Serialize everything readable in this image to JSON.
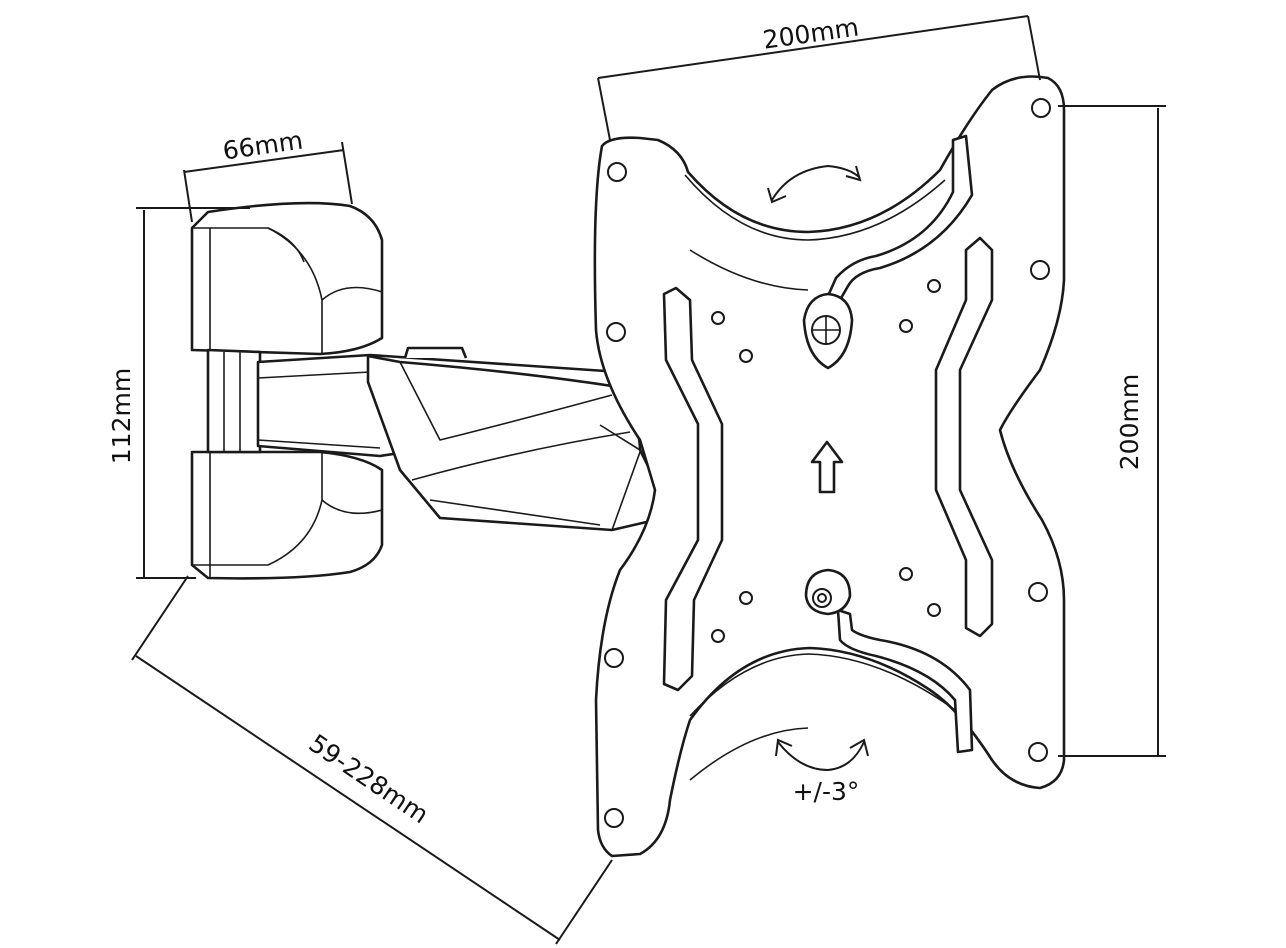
{
  "dimensions": {
    "plate_width": "200mm",
    "plate_height": "200mm",
    "wall_plate_width": "66mm",
    "wall_plate_height": "112mm",
    "wall_distance": "59-228mm",
    "tilt": "+/-3°"
  }
}
